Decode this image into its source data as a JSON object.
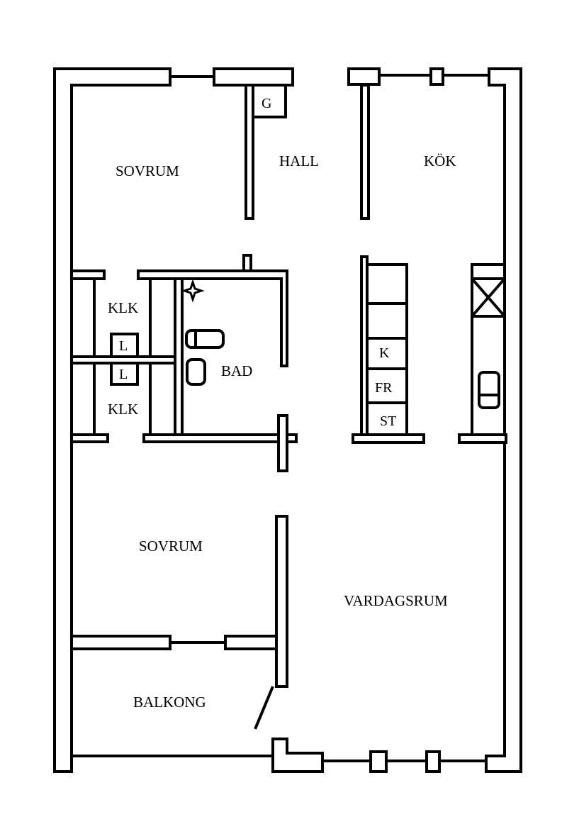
{
  "plan": {
    "rooms": {
      "sovrum_top": "SOVRUM",
      "hall": "HALL",
      "kok": "KÖK",
      "klk_top": "KLK",
      "klk_bottom": "KLK",
      "bad": "BAD",
      "sovrum_bottom": "SOVRUM",
      "vardagsrum": "VARDAGSRUM",
      "balkong": "BALKONG"
    },
    "fixtures": {
      "g": "G",
      "l_top": "L",
      "l_bottom": "L",
      "k": "K",
      "fr": "FR",
      "st": "ST"
    }
  }
}
